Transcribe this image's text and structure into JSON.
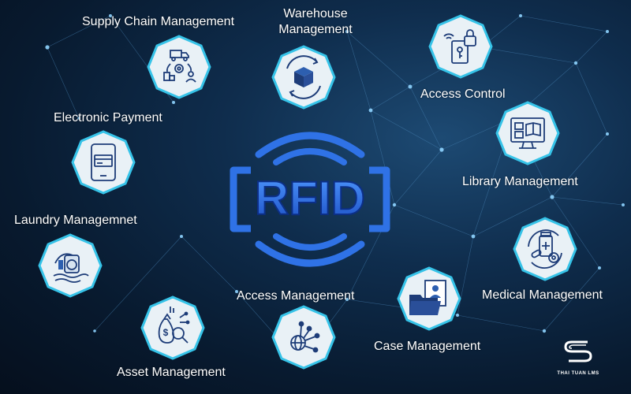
{
  "center_label": "RFID",
  "labels": {
    "supply_chain": "Supply Chain Management",
    "warehouse_line1": "Warehouse",
    "warehouse_line2": "Management",
    "access_control": "Access Control",
    "electronic_payment": "Electronic Payment",
    "library": "Library Management",
    "laundry": "Laundry Managemnet",
    "medical": "Medical Management",
    "access_management": "Access Management",
    "case_management": "Case Management",
    "asset_management": "Asset Management"
  },
  "brand": {
    "name": "THAI TUAN LMS"
  },
  "icons": [
    "supply-chain-icon",
    "warehouse-box-icon",
    "access-lock-icon",
    "payment-card-icon",
    "library-monitor-icon",
    "laundry-icon",
    "medical-icon",
    "network-globe-icon",
    "case-folder-icon",
    "asset-money-icon"
  ],
  "colors": {
    "background": "#0b2140",
    "badge_border": "#36c3e8",
    "badge_fill": "#e9f1f6",
    "icon_stroke": "#1d3c78",
    "rfid_blue": "#2c6fe0"
  }
}
